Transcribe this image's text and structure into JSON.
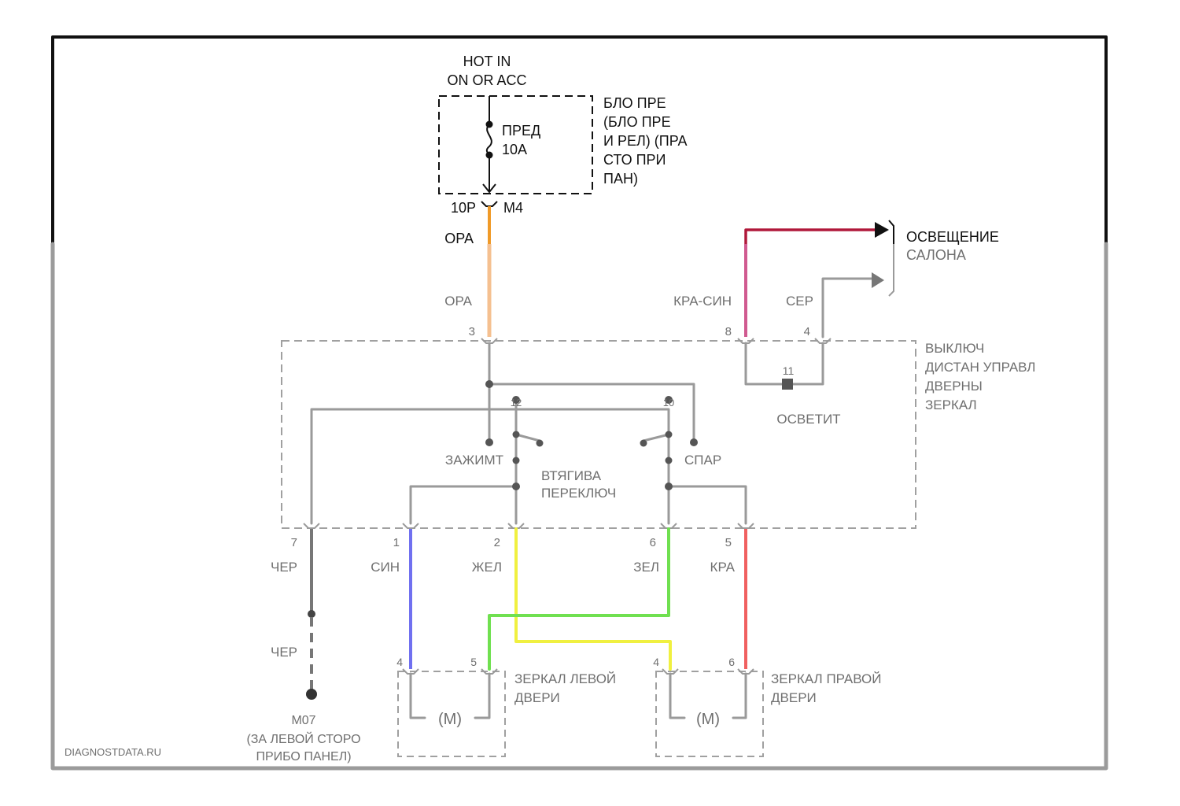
{
  "supply": {
    "line1": "HOT IN",
    "line2": "ON OR ACC"
  },
  "fuse": {
    "name": "ПРЕД",
    "rating": "10А"
  },
  "fuse_block": {
    "lines": [
      "БЛО ПРЕ",
      "(БЛО ПРЕ",
      "И РЕЛ) (ПРА",
      "СТО ПРИ",
      "ПАН)"
    ]
  },
  "fuse_connector": {
    "left": "10P",
    "right": "M4"
  },
  "interior_light": {
    "line1": "ОСВЕЩЕНИЕ",
    "line2": "САЛОНА"
  },
  "wires": {
    "feed_top": "ОРА",
    "feed_mid": "ОРА",
    "illum_pos": "КРА-СИН",
    "illum_gnd": "СЕР",
    "w7": "ЧЕР",
    "w7b": "ЧЕР",
    "w1": "СИН",
    "w2": "ЖЕЛ",
    "w6": "ЗЕЛ",
    "w5": "КРА"
  },
  "switch": {
    "lines": [
      "ВЫКЛЮЧ",
      "ДИСТАН УПРАВЛ",
      "ДВЕРНЫ",
      "ЗЕРКАЛ"
    ],
    "illum_label": "ОСВЕТИТ",
    "pos_left": "ЗАЖИМТ",
    "pos_right": "СПАР",
    "selector_line1": "ВТЯГИВА",
    "selector_line2": "ПЕРЕКЛЮЧ"
  },
  "pins": {
    "p3": "3",
    "p8": "8",
    "p4": "4",
    "p11": "11",
    "p12": "12",
    "p10": "10",
    "p7": "7",
    "p1": "1",
    "p2": "2",
    "p6": "6",
    "p5": "5",
    "ml4": "4",
    "ml5": "5",
    "mr4": "4",
    "mr6": "6"
  },
  "mirror_left": {
    "line1": "ЗЕРКАЛ ЛЕВОЙ",
    "line2": "ДВЕРИ",
    "motor": "M"
  },
  "mirror_right": {
    "line1": "ЗЕРКАЛ ПРАВОЙ",
    "line2": "ДВЕРИ",
    "motor": "M"
  },
  "ground": {
    "line1": "M07",
    "line2": "(ЗА ЛЕВОЙ СТОРО",
    "line3": "ПРИБО ПАНЕЛ)"
  },
  "watermark": "DIAGNOSTDATA.RU",
  "colors": {
    "orange": "#f09a28",
    "red_dark": "#b0183a",
    "pink": "#d05a90",
    "blue": "#7070f0",
    "yellow": "#f0f040",
    "green": "#70e050",
    "red": "#f06060",
    "gray_wire": "#9a9a9a",
    "black": "#111111",
    "frame_soft": "#9b9b9b"
  }
}
